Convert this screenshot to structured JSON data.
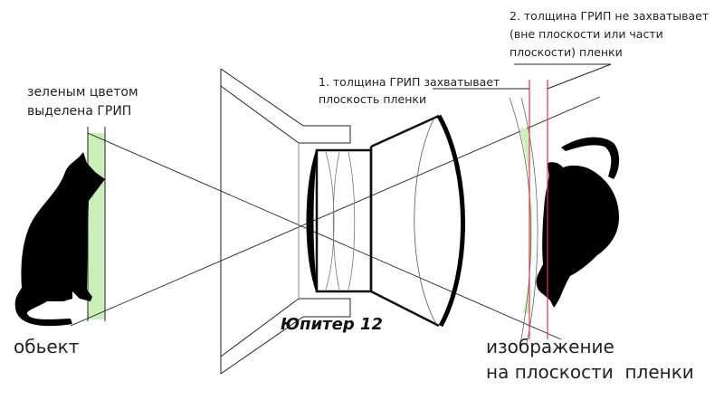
{
  "labels": {
    "dof_note": [
      "зеленым цветом",
      "выделена ГРИП"
    ],
    "object": "обьект",
    "lens_name": "Юпитер 12",
    "note1_line1_prefix": "1. толщина ГРИП ",
    "note1_line1_underlined": "захватывает",
    "note1_line2": "плоскость пленки",
    "note2": [
      "2. толщина ГРИП не захватывает",
      "(вне плоскости или части",
      "плоскости) пленки"
    ],
    "image": [
      "изображение",
      "на плоскости  пленки"
    ]
  },
  "colors": {
    "dof_green": "#c8f0b8",
    "film_plane_red": "#e83a3a",
    "ink": "#111111"
  }
}
